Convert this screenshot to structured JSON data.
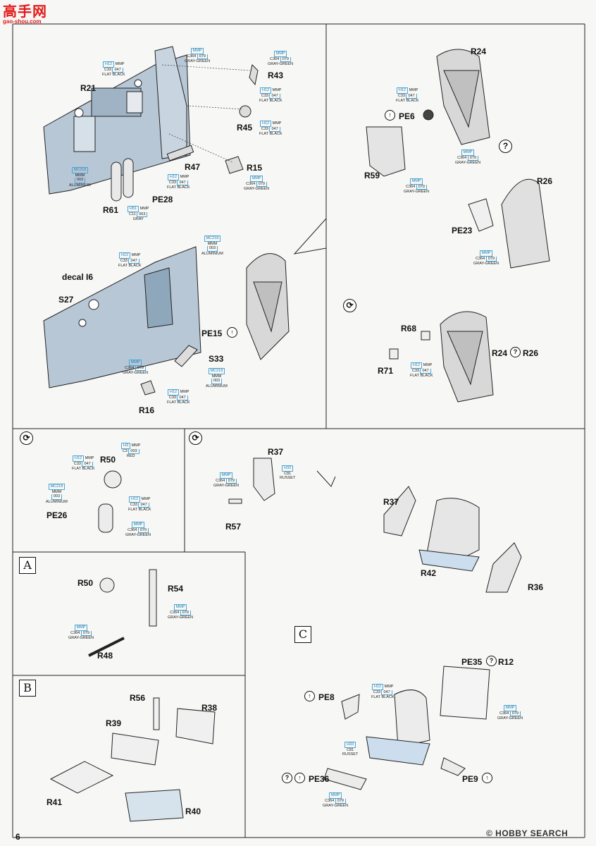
{
  "watermark": {
    "brand": "高手网",
    "domain": "gao-shou.com"
  },
  "page_number": "6",
  "footer": "© HOBBY SEARCH",
  "sections": {
    "a": "A",
    "b": "B",
    "c": "C"
  },
  "symbols": {
    "question": "?",
    "arrow_up": "↑",
    "rotate": "⟳"
  },
  "parts": {
    "r21": "R21",
    "r43": "R43",
    "r45": "R45",
    "r47": "R47",
    "r15": "R15",
    "r61": "R61",
    "pe28": "PE28",
    "r24": "R24",
    "pe6": "PE6",
    "r59": "R59",
    "r26": "R26",
    "pe23": "PE23",
    "decal_i6": "decal I6",
    "s27": "S27",
    "pe15": "PE15",
    "s33": "S33",
    "r16": "R16",
    "r68": "R68",
    "r71": "R71",
    "r24_r26_a": "R24",
    "r24_r26_b": "R26",
    "r50": "R50",
    "pe26": "PE26",
    "r37": "R37",
    "r57": "R57",
    "r37b": "R37",
    "r42": "R42",
    "r36": "R36",
    "r50b": "R50",
    "r54": "R54",
    "r48": "R48",
    "r56": "R56",
    "r38": "R38",
    "r39": "R39",
    "r41": "R41",
    "r40": "R40",
    "pe35": "PE35",
    "r12": "R12",
    "pe8": "PE8",
    "pe36": "PE36",
    "pe9": "PE9"
  },
  "colors": {
    "c1": {
      "top": "MMP",
      "a": "C364",
      "b": "079",
      "name": "GRAY-GREEN"
    },
    "c2": {
      "top": "MMP",
      "a": "C364",
      "b": "079",
      "name": "GRAY-GREEN"
    },
    "c3": {
      "top": "H12",
      "top2": "MMP",
      "a": "C33",
      "b": "047",
      "name": "FLAT BLACK"
    },
    "c4": {
      "top": "H12",
      "top2": "MMP",
      "a": "C33",
      "b": "047",
      "name": "FLAT BLACK"
    },
    "c5": {
      "top": "H12",
      "top2": "MMP",
      "a": "C33",
      "b": "047",
      "name": "FLAT BLACK"
    },
    "c6": {
      "top": "MC218",
      "a": "MMM",
      "b": "003",
      "name": "ALUMINIUM"
    },
    "c7": {
      "top": "H12",
      "top2": "MMP",
      "a": "C33",
      "b": "047",
      "name": "FLAT BLACK"
    },
    "c8": {
      "top": "MMP",
      "a": "C364",
      "b": "079",
      "name": "GRAY-GREEN"
    },
    "c9": {
      "top": "H51",
      "top2": "MMP",
      "a": "C11",
      "b": "063",
      "name": "GRAY"
    },
    "c10": {
      "top": "H12",
      "top2": "MMP",
      "a": "C33",
      "b": "047",
      "name": "FLAT BLACK"
    },
    "c11": {
      "top": "MMP",
      "a": "C364",
      "b": "079",
      "name": "GRAY-GREEN"
    },
    "c12": {
      "top": "MMP",
      "a": "C364",
      "b": "079",
      "name": "GRAY-GREEN"
    },
    "c13": {
      "top": "MMP",
      "a": "C364",
      "b": "079",
      "name": "GRAY-GREEN"
    },
    "c14": {
      "top": "MC218",
      "a": "MMM",
      "b": "003",
      "name": "ALUMINIUM"
    },
    "c15": {
      "top": "H12",
      "top2": "MMP",
      "a": "C33",
      "b": "047",
      "name": "FLAT BLACK"
    },
    "c16": {
      "top": "MMP",
      "a": "C364",
      "b": "079",
      "name": "GRAY-GREEN"
    },
    "c17": {
      "top": "MC218",
      "a": "MMM",
      "b": "003",
      "name": "ALUMINIUM"
    },
    "c18": {
      "top": "H12",
      "top2": "MMP",
      "a": "C33",
      "b": "047",
      "name": "FLAT BLACK"
    },
    "c19": {
      "top": "H12",
      "top2": "MMP",
      "a": "C33",
      "b": "047",
      "name": "FLAT BLACK"
    },
    "c20": {
      "top": "H12",
      "top2": "MMP",
      "a": "C33",
      "b": "047",
      "name": "FLAT BLACK"
    },
    "c21": {
      "top": "H3",
      "top2": "MMP",
      "a": "C3",
      "b": "003",
      "name": "RED"
    },
    "c22": {
      "top": "MC218",
      "a": "MMM",
      "b": "003",
      "name": "ALUMINIUM"
    },
    "c23": {
      "top": "H12",
      "top2": "MMP",
      "a": "C33",
      "b": "047",
      "name": "FLAT BLACK"
    },
    "c24": {
      "top": "MMP",
      "a": "C364",
      "b": "079",
      "name": "GRAY-GREEN"
    },
    "c25": {
      "top": "MMP",
      "a": "C364",
      "b": "079",
      "name": "GRAY-GREEN"
    },
    "c26": {
      "top": "H33",
      "a": "C81",
      "name": "RUSSET"
    },
    "c27": {
      "top": "MMP",
      "a": "C364",
      "b": "079",
      "name": "GRAY-GREEN"
    },
    "c28": {
      "top": "H12",
      "top2": "MMP",
      "a": "C33",
      "b": "047",
      "name": "FLAT BLACK"
    },
    "c29": {
      "top": "MMP",
      "a": "C364",
      "b": "079",
      "name": "GRAY-GREEN"
    },
    "c30": {
      "top": "H33",
      "a": "C81",
      "name": "RUSSET"
    },
    "c31": {
      "top": "MMP",
      "a": "C364",
      "b": "079",
      "name": "GRAY-GREEN"
    }
  }
}
